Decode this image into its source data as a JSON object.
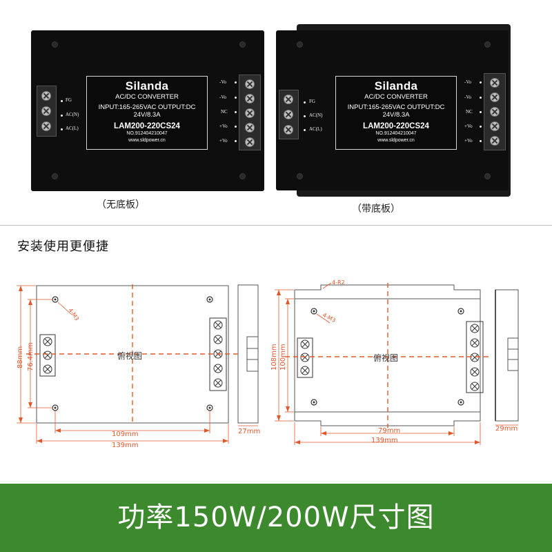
{
  "module_label": {
    "brand": "Silanda",
    "subtitle": "AC/DC CONVERTER",
    "spec": "INPUT:165-265VAC  OUTPUT:DC 24V/8.3A",
    "model": "LAM200-220CS24",
    "serial": "NO.912404210047",
    "website": "www.sldpower.cn"
  },
  "input_pins": [
    "FG",
    "AC(N)",
    "AC(L)"
  ],
  "output_pins": [
    "-Vo",
    "-Vo",
    "NC",
    "+Vo",
    "+Vo"
  ],
  "captions": {
    "without_base": "（无底板）",
    "with_base": "（带底板）"
  },
  "section_title": "安装使用更便捷",
  "drawing": {
    "view_label": "俯视图",
    "left": {
      "height_outer": "88mm",
      "height_inner": "76.4mm",
      "width_inner": "109mm",
      "width_outer": "139mm",
      "depth": "27mm",
      "hole_note": "4-M3"
    },
    "right": {
      "height_outer": "108mm",
      "height_inner": "100mm",
      "width_inner": "79mm",
      "width_outer": "139mm",
      "depth": "29mm",
      "hole_note": "4-M3",
      "corner_note": "4-R2"
    }
  },
  "colors": {
    "banner": "#3d8a2e",
    "dimension": "#e0582a",
    "module": "#0e0e0e"
  },
  "banner_title": "功率150W/200W尺寸图"
}
